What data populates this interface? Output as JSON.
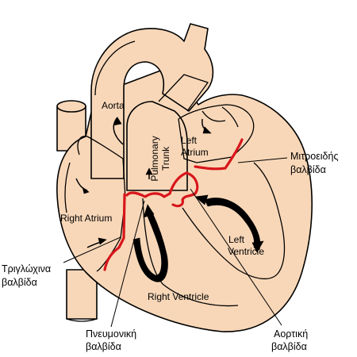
{
  "chambers": {
    "aorta": "Aorta",
    "pulmonary_trunk": [
      "Pulmonary",
      "Trunk"
    ],
    "left_atrium": [
      "Left",
      "Atrium"
    ],
    "right_atrium": "Right Atrium",
    "left_ventricle": [
      "Left",
      "Ventricle"
    ],
    "right_ventricle": "Right Ventricle"
  },
  "valves": {
    "mitral": [
      "Μιτροειδής",
      "βαλβίδα"
    ],
    "tricuspid": [
      "Τριγλώχινα",
      "βαλβίδα"
    ],
    "pulmonary": [
      "Πνευμονική",
      "βαλβίδα"
    ],
    "aortic": [
      "Αορτική",
      "βαλβίδα"
    ]
  },
  "colors": {
    "tissue": "#f8d7b8",
    "valve": "#d8151b",
    "outline": "#000000"
  }
}
